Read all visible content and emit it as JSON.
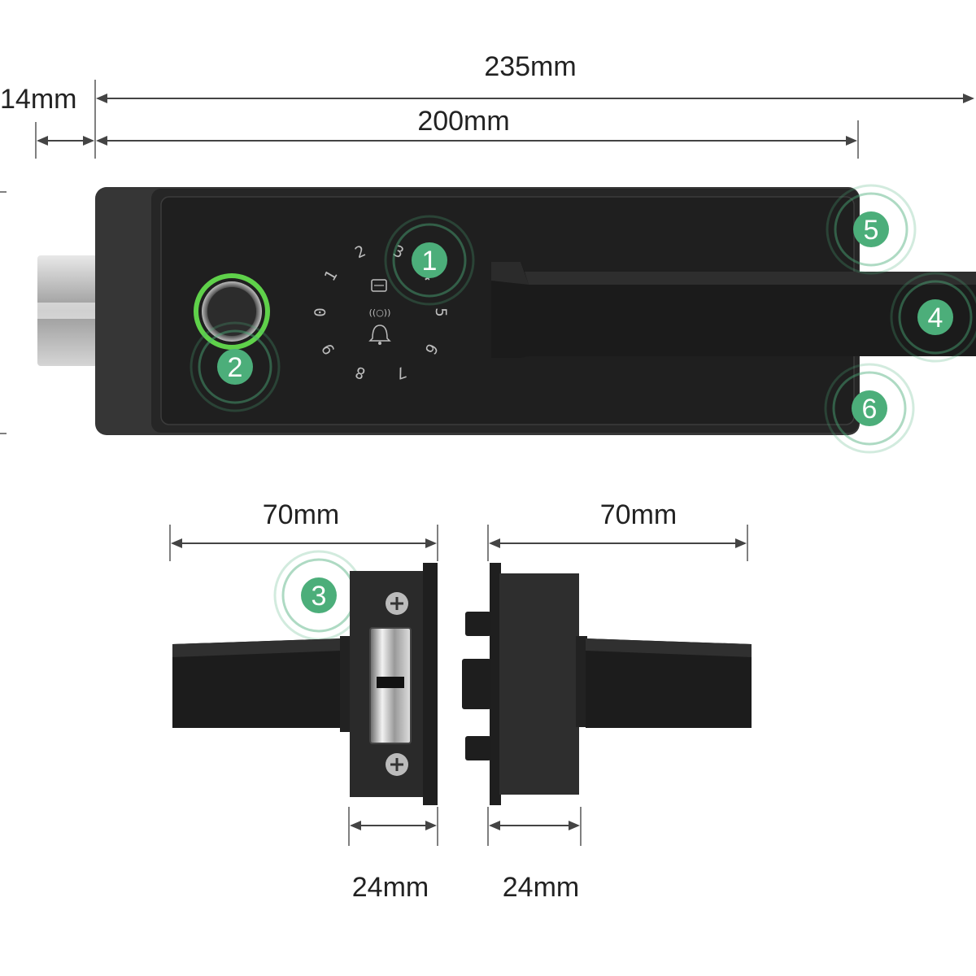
{
  "dimensions": {
    "overall_width": "235mm",
    "body_width": "200mm",
    "backset": "14mm",
    "handle_length_left": "70mm",
    "handle_length_right": "70mm",
    "rose_depth_left": "24mm",
    "rose_depth_right": "24mm"
  },
  "keypad": {
    "digits": [
      "0",
      "1",
      "2",
      "3",
      "4",
      "5",
      "6",
      "7",
      "8",
      "9"
    ],
    "center_symbol": "((○))"
  },
  "callouts": [
    "1",
    "2",
    "3",
    "4",
    "5",
    "6"
  ],
  "colors": {
    "lock_body": "#3a3a3a",
    "face_plate": "#1e1e1e",
    "callout_green": "#4cae7a",
    "fingerprint_ring": "#5fd14a",
    "dimension_line": "#444444"
  }
}
